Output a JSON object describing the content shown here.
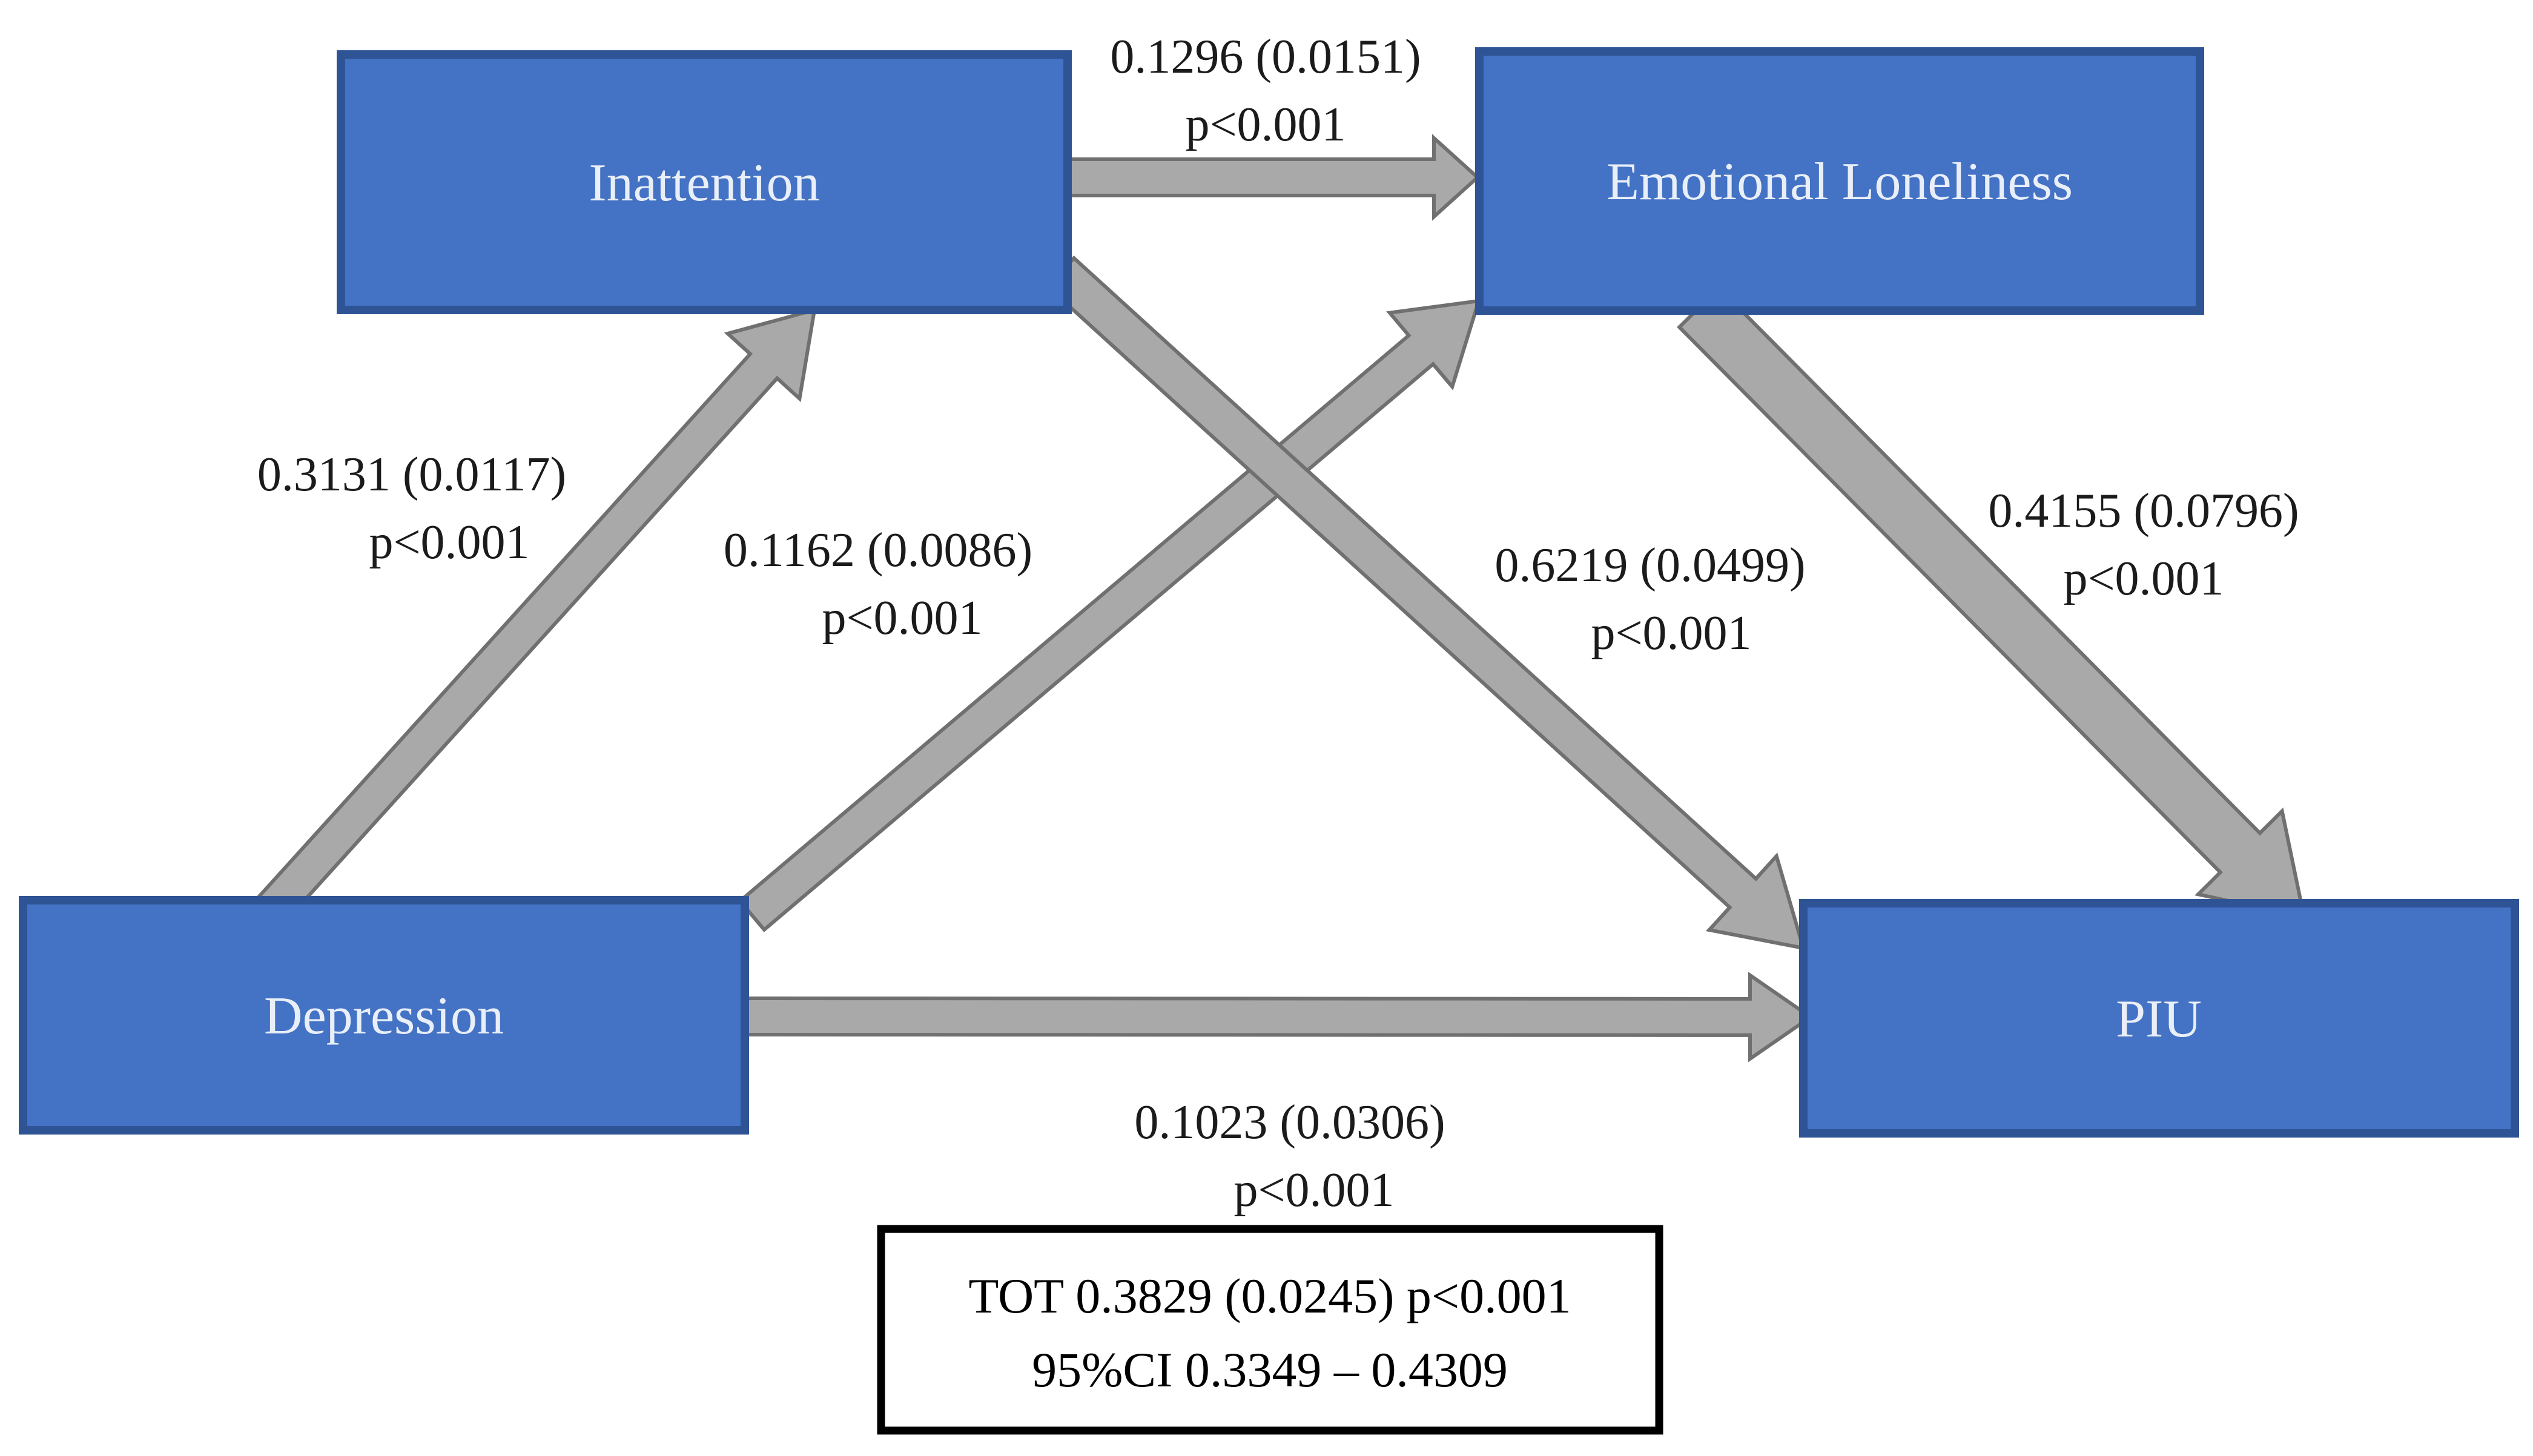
{
  "figure": {
    "type": "mediation-path-diagram"
  },
  "nodes": {
    "inattention": {
      "label": "Inattention"
    },
    "emotional_loneliness": {
      "label": "Emotional Loneliness"
    },
    "depression": {
      "label": "Depression"
    },
    "piu": {
      "label": "PIU"
    }
  },
  "paths": {
    "depression_to_inattention": {
      "coefficient": "0.3131 (0.0117)",
      "p_value": "p<0.001"
    },
    "inattention_to_emotional_loneliness": {
      "coefficient": "0.1296 (0.0151)",
      "p_value": "p<0.001"
    },
    "depression_to_emotional_loneliness": {
      "coefficient": "0.1162 (0.0086)",
      "p_value": "p<0.001"
    },
    "inattention_to_piu": {
      "coefficient": "0.6219 (0.0499)",
      "p_value": "p<0.001"
    },
    "emotional_loneliness_to_piu": {
      "coefficient": "0.4155 (0.0796)",
      "p_value": "p<0.001"
    },
    "depression_to_piu": {
      "coefficient": "0.1023 (0.0306)",
      "p_value": "p<0.001"
    }
  },
  "total_effect": {
    "line1": "TOT 0.3829 (0.0245) p<0.001",
    "line2": "95%CI 0.3349 – 0.4309"
  },
  "colors": {
    "node_fill": "#4472C4",
    "node_border": "#2F5496",
    "node_text": "#E9EFF8",
    "arrow_fill": "#A9A9A9",
    "arrow_outline": "#707070",
    "label_text": "#1B1B1B",
    "total_box_border": "#000000",
    "background": "#FFFFFF"
  }
}
